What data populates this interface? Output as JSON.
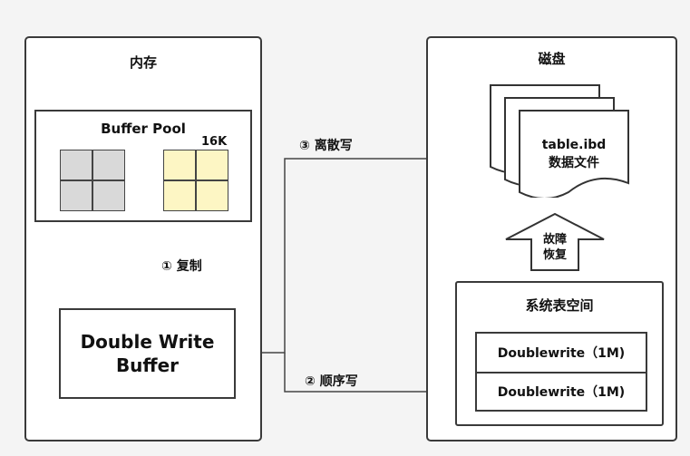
{
  "memory": {
    "title": "内存",
    "buffer_pool": {
      "title": "Buffer Pool",
      "page_size": "16K"
    },
    "double_write": {
      "line1": "Double Write",
      "line2": "Buffer"
    }
  },
  "disk": {
    "title": "磁盘",
    "data_file": {
      "line1": "table.ibd",
      "line2": "数据文件"
    },
    "recovery_arrow": {
      "line1": "故障",
      "line2": "恢复"
    },
    "system_tablespace": {
      "title": "系统表空间",
      "rows": [
        "Doublewrite（1M)",
        "Doublewrite（1M)"
      ]
    }
  },
  "steps": {
    "copy": "① 复制",
    "sequential_write": "② 顺序写",
    "discrete_write": "③ 离散写"
  },
  "colors": {
    "border": "#3a3a3a",
    "gray_page": "#d9d9d9",
    "yellow_page": "#fdf6c4",
    "background": "#f4f4f4"
  }
}
